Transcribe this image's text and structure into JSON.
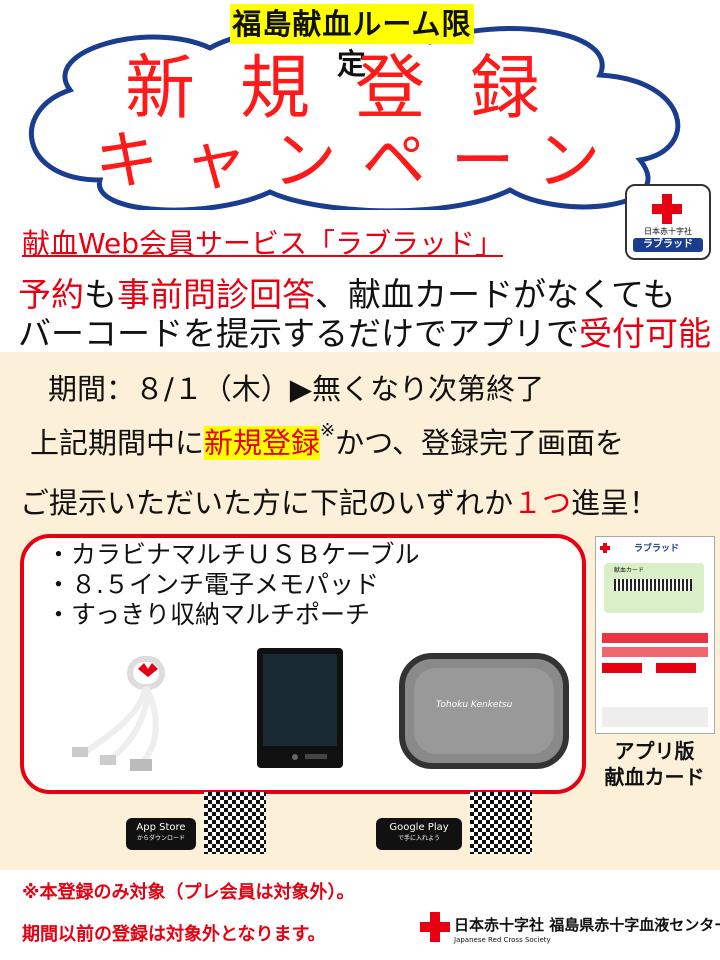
{
  "header": {
    "tag": "福島献血ルーム限定",
    "title_line1": "新規登録",
    "title_line2": "キャンペーン"
  },
  "app_icon": {
    "org_small": "日本赤十字社",
    "app_name": "ラブラッド"
  },
  "intro": {
    "service": "献血Web会員サービス「ラブラッド」",
    "line1_a": "予約",
    "line1_b": "も",
    "line1_c": "事前問診回答",
    "line1_d": "、献血カードがなくても",
    "line2_a": "バーコードを提示するだけでアプリで",
    "line2_b": "受付可能"
  },
  "campaign": {
    "period": "期間：８/１（木）▶無くなり次第終了",
    "cond_a": "上記期間中に",
    "cond_b": "新規登録",
    "cond_c": "※",
    "cond_d": "かつ、登録完了画面を",
    "cond2_a": "ご提示いただいた方に下記のいずれか",
    "cond2_b": "１つ",
    "cond2_c": "進呈！"
  },
  "prizes": [
    "・カラビナマルチＵＳＢケーブル",
    "・８.５インチ電子メモパッド",
    "・すっきり収納マルチポーチ"
  ],
  "pouch_text": "Tohoku Kenketsu",
  "phone_screen": {
    "app": "ラブラッド",
    "card": "献血カード"
  },
  "app_label": {
    "line1": "アプリ版",
    "line2": "献血カード"
  },
  "stores": {
    "apple_title": "App Store",
    "apple_sub": "からダウンロード",
    "google_title": "Google Play",
    "google_sub": "で手に入れよう"
  },
  "footer": {
    "note1": "※本登録のみ対象（プレ会員は対象外）。",
    "note2": "期間以前の登録は対象外となります。",
    "org_name": "日本赤十字社 福島県赤十字血液センター",
    "org_en": "Japanese Red Cross Society"
  },
  "colors": {
    "red": "#e60012",
    "highlight": "#ffff00",
    "cloud_border": "#1a3d8f",
    "panel": "#fcf0d8"
  }
}
